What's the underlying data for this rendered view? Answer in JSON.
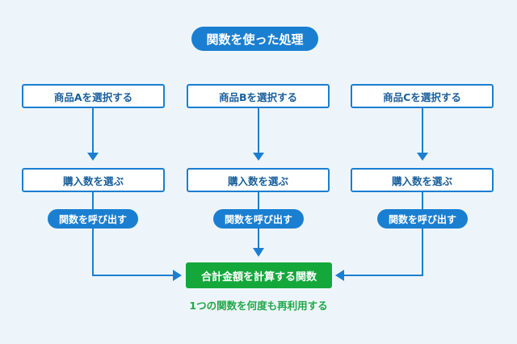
{
  "title": "関数を使った処理",
  "columns": [
    {
      "product": "商品Aを選択する",
      "quantity": "購入数を選ぶ",
      "call": "関数を呼び出す"
    },
    {
      "product": "商品Bを選択する",
      "quantity": "購入数を選ぶ",
      "call": "関数を呼び出す"
    },
    {
      "product": "商品Cを選択する",
      "quantity": "購入数を選ぶ",
      "call": "関数を呼び出す"
    }
  ],
  "result": "合計金額を計算する関数",
  "caption": "1つの関数を何度も再利用する",
  "colors": {
    "background": "#eef5fa",
    "accent_blue": "#1a7fd1",
    "result_green": "#14a83b",
    "caption_green": "#22a84a"
  }
}
